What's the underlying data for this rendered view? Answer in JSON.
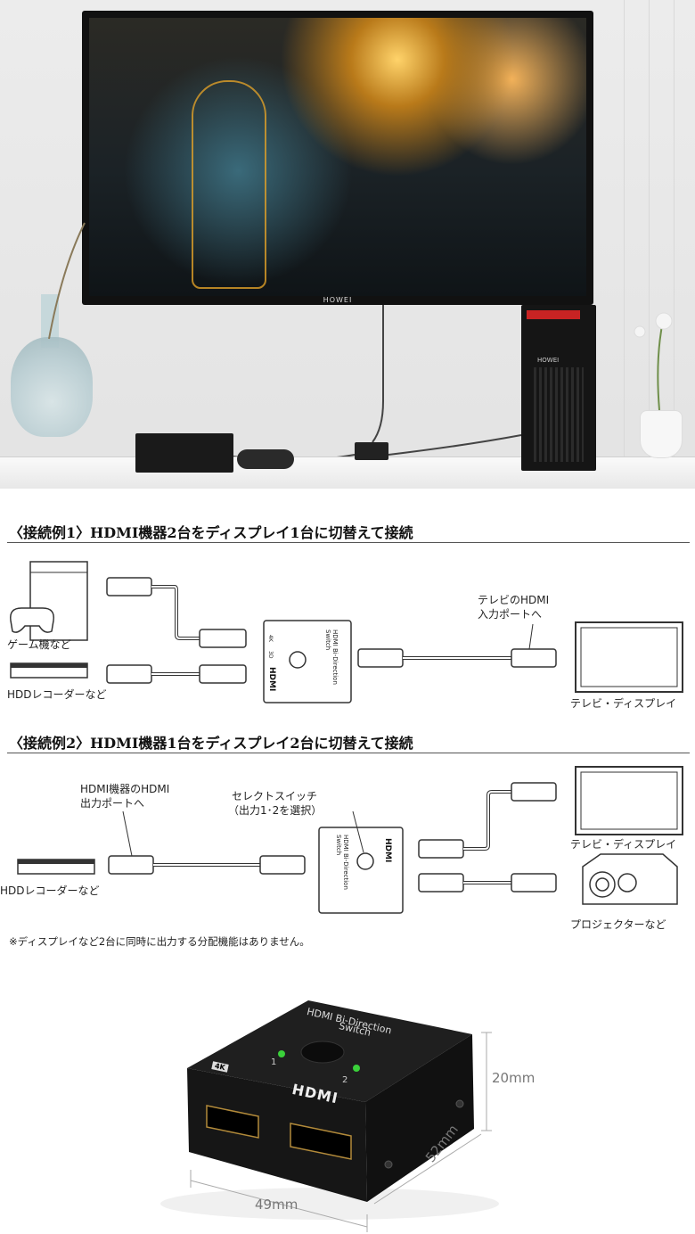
{
  "photo_top": {
    "tv_brand": "HOWEI",
    "pc_brand": "HOWEI"
  },
  "example1": {
    "heading": "〈接続例1〉HDMI機器2台をディスプレイ1台に切替えて接続",
    "label_game": "ゲーム機など",
    "label_hdd": "HDDレコーダーなど",
    "label_tv_port_line1": "テレビのHDMI",
    "label_tv_port_line2": "入力ポートへ",
    "label_display": "テレビ・ディスプレイ",
    "switch_text_line1": "HDMI Bi-Direction",
    "switch_text_line2": "Switch",
    "switch_brand": "HDMI",
    "switch_badge_4k": "4K",
    "switch_badge_3d": "3D"
  },
  "example2": {
    "heading": "〈接続例2〉HDMI機器1台をディスプレイ2台に切替えて接続",
    "label_source_port_line1": "HDMI機器のHDMI",
    "label_source_port_line2": "出力ポートへ",
    "label_select_line1": "セレクトスイッチ",
    "label_select_line2": "（出力1･2を選択）",
    "label_hdd": "HDDレコーダーなど",
    "label_display": "テレビ・ディスプレイ",
    "label_projector": "プロジェクターなど",
    "switch_text_line1": "HDMI Bi-Direction",
    "switch_text_line2": "Switch",
    "switch_brand": "HDMI"
  },
  "note": "※ディスプレイなど2台に同時に出力する分配機能はありません。",
  "product": {
    "top_text_line1": "HDMI Bi-Direction",
    "top_text_line2": "Switch",
    "port1": "1",
    "port2": "2",
    "brand": "HDMI",
    "badge_4k": "4K",
    "dim_height": "20mm",
    "dim_width": "49mm",
    "dim_depth": "52mm"
  },
  "colors": {
    "device_black": "#1a1a1a",
    "led_green": "#3ad13a",
    "ps_red": "#c82323"
  }
}
